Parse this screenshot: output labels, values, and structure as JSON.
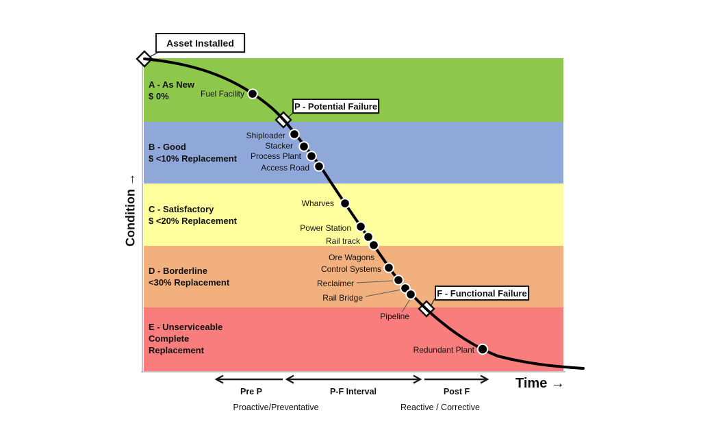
{
  "axes": {
    "y_label": "Condition →",
    "x_label": "Time →"
  },
  "callouts": {
    "asset_installed": "Asset Installed",
    "potential_failure": "P - Potential Failure",
    "functional_failure": "F - Functional Failure"
  },
  "bands": {
    "a": {
      "line1": "A - As New",
      "line2": "$ 0%",
      "color": "#8DC74B"
    },
    "b": {
      "line1": "B - Good",
      "line2": "$ <10% Replacement",
      "color": "#8FA7D9"
    },
    "c": {
      "line1": "C - Satisfactory",
      "line2": "$ <20% Replacement",
      "color": "#FEFE9C"
    },
    "d": {
      "line1": "D - Borderline",
      "line2": "<30% Replacement",
      "color": "#F2B07E"
    },
    "e": {
      "line1": "E - Unserviceable",
      "line2": "Complete",
      "line3": "Replacement",
      "color": "#F97D7D"
    }
  },
  "assets": [
    {
      "label": "Fuel Facility"
    },
    {
      "label": "Shiploader"
    },
    {
      "label": "Stacker"
    },
    {
      "label": "Process Plant"
    },
    {
      "label": "Access Road"
    },
    {
      "label": "Wharves"
    },
    {
      "label": "Power Station"
    },
    {
      "label": "Rail track"
    },
    {
      "label": "Ore Wagons"
    },
    {
      "label": "Control Systems"
    },
    {
      "label": "Reclaimer"
    },
    {
      "label": "Rail Bridge"
    },
    {
      "label": "Pipeline"
    },
    {
      "label": "Redundant Plant"
    }
  ],
  "timeline": {
    "pre_p": "Pre P",
    "pf_interval": "P-F Interval",
    "post_f": "Post F",
    "proactive": "Proactive/Preventative",
    "reactive": "Reactive / Corrective"
  },
  "curve_color": "#000000"
}
